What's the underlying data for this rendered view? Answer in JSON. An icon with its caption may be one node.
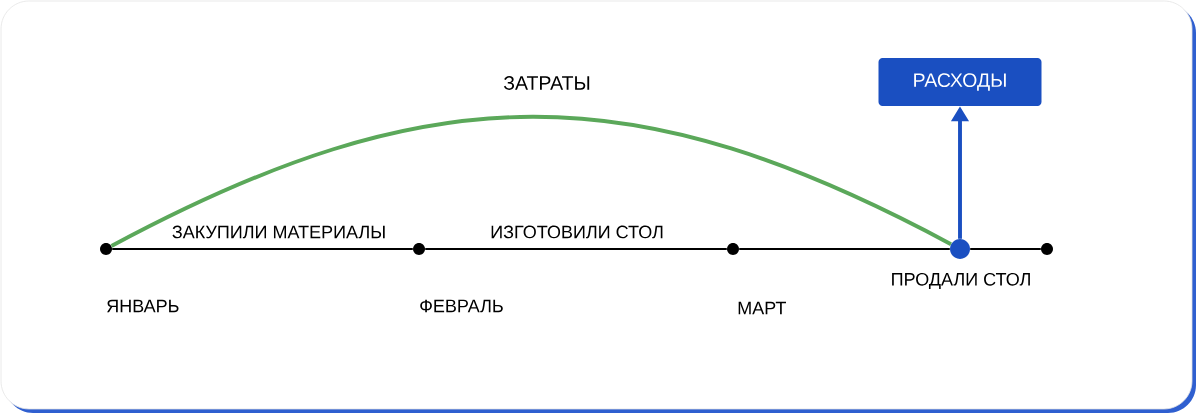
{
  "diagram": {
    "nodes": [
      {
        "text": [],
        "shape": "circle",
        "beside": [
          "ЯНВАРЬ"
        ]
      },
      {
        "text": [],
        "shape": "circle",
        "beside": [
          "ФЕВРАЛЬ"
        ]
      },
      {
        "text": [],
        "shape": "circle",
        "beside": [
          "МАРТ"
        ]
      },
      {
        "text": [],
        "shape": "circle",
        "beside": [
          "ПРОДАЛИ СТОЛ"
        ]
      },
      {
        "text": [],
        "shape": "circle"
      },
      {
        "text": [
          "РАСХОДЫ"
        ]
      }
    ],
    "edges": [
      {
        "from": 0,
        "to": 1,
        "arrow": "none",
        "label": "ЗАКУПИЛИ МАТЕРИАЛЫ"
      },
      {
        "from": 1,
        "to": 2,
        "arrow": "none",
        "label": "ИЗГОТОВИЛИ СТОЛ"
      },
      {
        "from": 2,
        "to": 3,
        "arrow": "none"
      },
      {
        "from": 3,
        "to": 4,
        "arrow": "none"
      },
      {
        "from": 0,
        "to": 3,
        "arrow": "none",
        "label": "ЗАТРАТЫ",
        "style": "thick",
        "color": "#5ba85a"
      },
      {
        "from": 3,
        "to": 5,
        "arrow": "to",
        "style": "thick",
        "color": "#1a4fc1"
      }
    ]
  }
}
